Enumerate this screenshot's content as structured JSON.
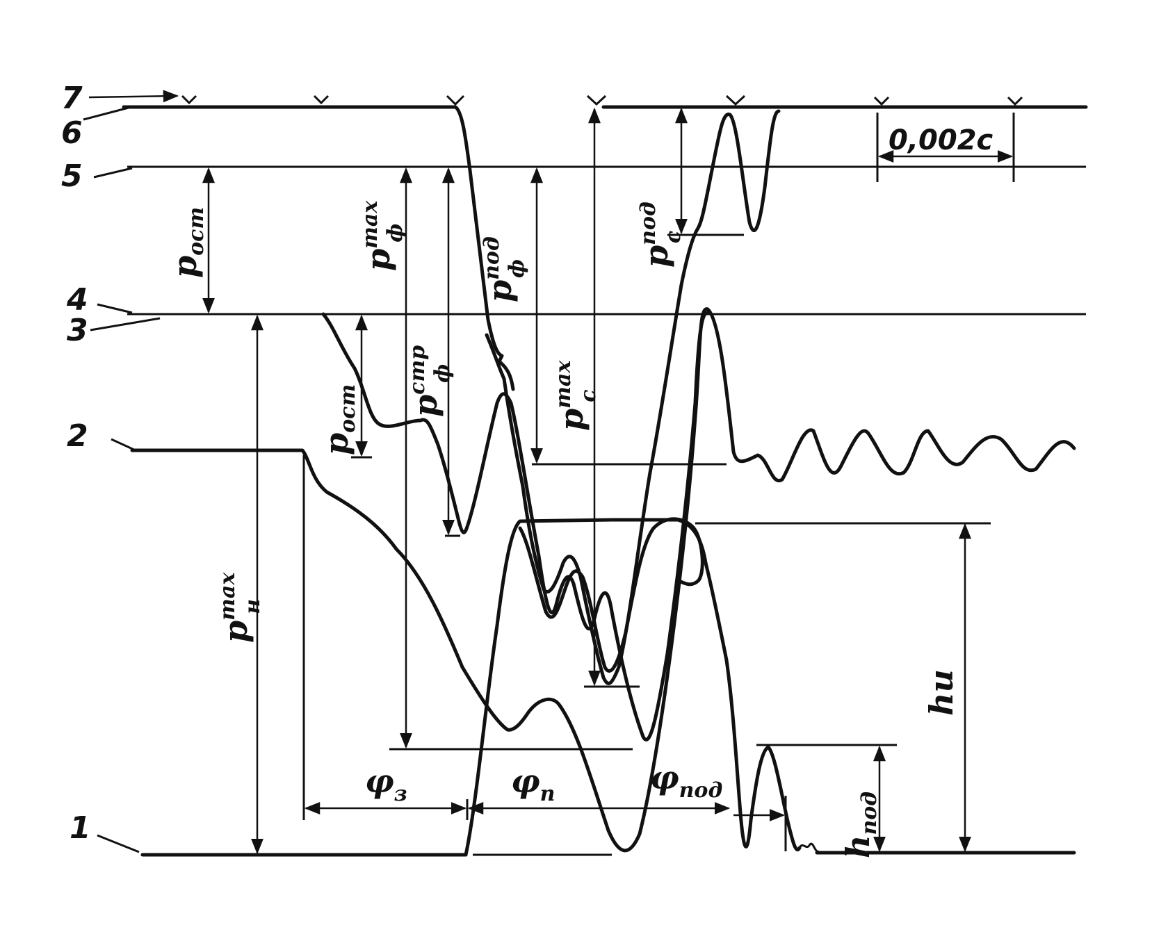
{
  "trace_numbers": [
    "1",
    "2",
    "3",
    "4",
    "5",
    "6",
    "7"
  ],
  "scale": {
    "label": "0,002c"
  },
  "labels": {
    "p_ost_top": {
      "main": "p",
      "sub": "ост"
    },
    "p_f_max": {
      "main": "p",
      "sup": "max",
      "sub": "ф"
    },
    "p_f_pod": {
      "main": "p",
      "sup": "под",
      "sub": "ф"
    },
    "p_c_pod": {
      "main": "p",
      "sup": "под",
      "sub": "c"
    },
    "p_ost_mid": {
      "main": "p",
      "sub": "ост"
    },
    "p_f_str": {
      "main": "p",
      "sup": "стр",
      "sub": "ф"
    },
    "p_c_max": {
      "main": "p",
      "sup": "max",
      "sub": "c"
    },
    "p_n_max": {
      "main": "p",
      "sup": "max",
      "sub": "н"
    },
    "h_i": "hи",
    "h_pod": {
      "main": "h",
      "sub": "под"
    },
    "phi_z": {
      "main": "φ",
      "sub": "з"
    },
    "phi_p": {
      "main": "φ",
      "sub": "п"
    },
    "phi_pod": {
      "main": "φ",
      "sub": "под"
    }
  }
}
